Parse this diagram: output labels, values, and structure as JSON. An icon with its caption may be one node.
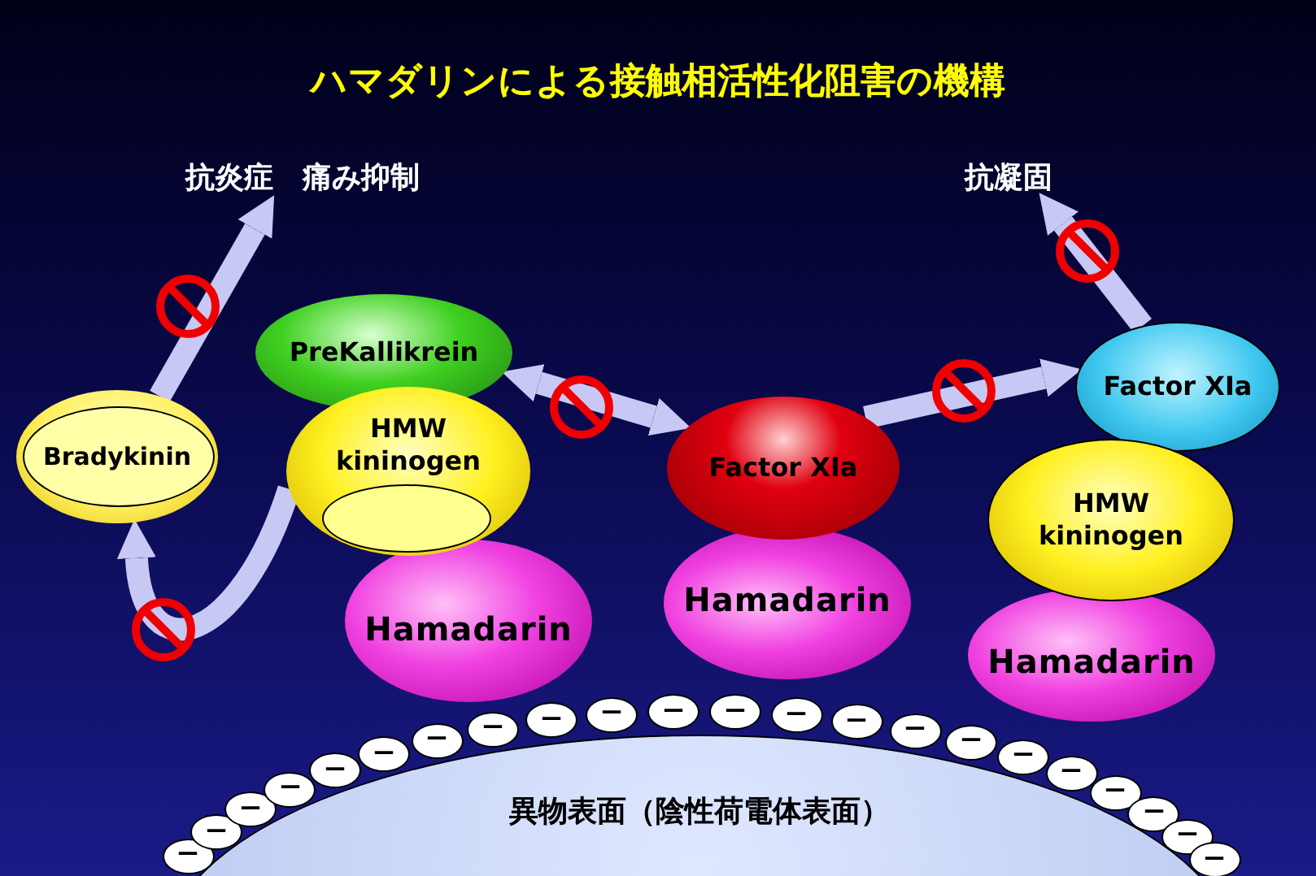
{
  "diagram": {
    "title": "ハマダリンによる接触相活性化阻害の機構",
    "nodes": [
      {
        "text": [
          "抗炎症　痛み抑制"
        ]
      },
      {
        "text": [
          "抗凝固"
        ]
      },
      {
        "text": [
          "Bradykinin"
        ]
      },
      {
        "text": [
          "PreKallikrein"
        ]
      },
      {
        "text": [
          "HMW kininogen"
        ]
      },
      {
        "text": [],
        "shape": "ellipse",
        "in": 4
      },
      {
        "text": [
          "Hamadarin"
        ]
      },
      {
        "text": [
          "Factor XIa"
        ]
      },
      {
        "text": [
          "Hamadarin"
        ]
      },
      {
        "text": [
          "Factor XIa"
        ]
      },
      {
        "text": [
          "HMW kininogen"
        ]
      },
      {
        "text": [
          "Hamadarin"
        ]
      },
      {
        "text": [
          "異物表面（陰性荷電体表面）"
        ]
      }
    ],
    "edges": [
      {
        "from": 2,
        "to": 0,
        "arrow": "to"
      },
      {
        "from": 4,
        "to": 2,
        "arrow": "to"
      },
      {
        "from": 3,
        "to": 7,
        "arrow": "both"
      },
      {
        "from": 7,
        "to": 9,
        "arrow": "to"
      },
      {
        "from": 9,
        "to": 1,
        "arrow": "to"
      }
    ],
    "labels": [
      "ー",
      "ー",
      "ー",
      "ー",
      "ー",
      "ー",
      "ー",
      "ー",
      "ー",
      "ー",
      "ー",
      "ー",
      "ー",
      "ー",
      "ー",
      "ー",
      "ー",
      "ー",
      "ー",
      "ー",
      "ー",
      "ー"
    ]
  }
}
